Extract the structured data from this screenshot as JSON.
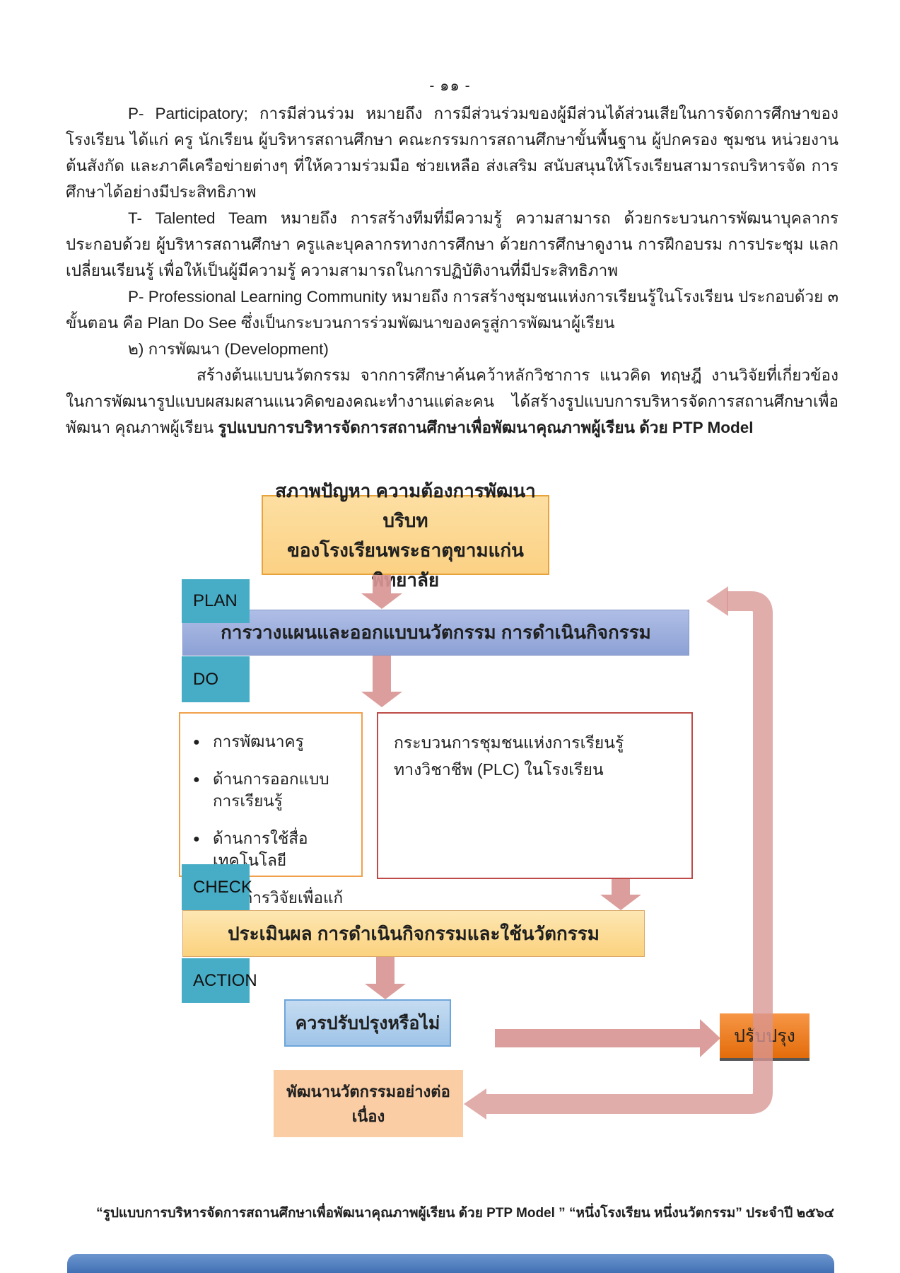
{
  "colors": {
    "salmon": "#D99694",
    "teal": "#47ADC6",
    "gold-fill": "#FCD78D",
    "gold-border": "#E8A33D",
    "blue1": "#AFBEE6",
    "blue2": "#8DA1D5",
    "left-border": "#F0A04B",
    "right-border": "#BE4B48",
    "eval1": "#FDE7B3",
    "eval2": "#FBD27E",
    "dec1": "#C5DCF1",
    "dec2": "#9FC4E8",
    "imp1": "#F79646",
    "imp2": "#E36C0A",
    "peach": "#FACDA4",
    "bottombar1": "#6C96CE",
    "bottombar2": "#4170B4"
  },
  "page_number": "- ๑๑ -",
  "body": {
    "p1": "P- Participatory; การมีส่วนร่วม หมายถึง การมีส่วนร่วมของผู้มีส่วนได้ส่วนเสียในการจัดการศึกษาของ โรงเรียน ได้แก่ ครู นักเรียน ผู้บริหารสถานศึกษา คณะกรรมการสถานศึกษาขั้นพื้นฐาน ผู้ปกครอง ชุมชน หน่วยงาน ต้นสังกัด และภาคีเครือข่ายต่างๆ ที่ให้ความร่วมมือ ช่วยเหลือ ส่งเสริม สนับสนุนให้โรงเรียนสามารถบริหารจัด การศึกษาได้อย่างมีประสิทธิภาพ",
    "p2": "T- Talented Team หมายถึง การสร้างทีมที่มีความรู้ ความสามารถ ด้วยกระบวนการพัฒนาบุคลากร ประกอบด้วย ผู้บริหารสถานศึกษา ครูและบุคลากรทางการศึกษา ด้วยการศึกษาดูงาน การฝึกอบรม การประชุม แลกเปลี่ยนเรียนรู้ เพื่อให้เป็นผู้มีความรู้ ความสามารถในการปฏิบัติงานที่มีประสิทธิภาพ",
    "p3": "P- Professional Learning Community หมายถึง การสร้างชุมชนแห่งการเรียนรู้ในโรงเรียน ประกอบด้วย ๓ ขั้นตอน คือ Plan Do See ซึ่งเป็นกระบวนการร่วมพัฒนาของครูสู่การพัฒนาผู้เรียน",
    "p4": "๒) การพัฒนา (Development)",
    "p5_lead": "สร้างต้นแบบนวัตกรรม จากการศึกษาค้นคว้าหลักวิชาการ แนวคิด ทฤษฎี งานวิจัยที่เกี่ยวข้อง ในการพัฒนารูปแบบผสมผสานแนวคิดของคณะทำงานแต่ละคน ได้สร้างรูปแบบการบริหารจัดการสถานศึกษาเพื่อพัฒนา คุณภาพผู้เรียน ",
    "p5_bold": "รูปแบบการบริหารจัดการสถานศึกษาเพื่อพัฒนาคุณภาพผู้เรียน ด้วย PTP Model"
  },
  "diagram": {
    "top_box_line1": "สภาพปัญหา ความต้องการพัฒนา บริบท",
    "top_box_line2": "ของโรงเรียนพระธาตุขามแก่นพิทยาลัย",
    "stage_labels": {
      "plan": "PLAN",
      "do": "DO",
      "check": "CHECK",
      "action": "ACTION"
    },
    "plan_bar": "การวางแผนและออกแบบนวัตกรรม การดำเนินกิจกรรม",
    "do_bullets": [
      "การพัฒนาครู",
      "ด้านการออกแบบการเรียนรู้",
      "ด้านการใช้สื่อเทคโนโลยี",
      "ด้านการวิจัยเพื่อแก้ปัญหาผู้เรียน"
    ],
    "plc_box_line1": "กระบวนการชุมชนแห่งการเรียนรู้",
    "plc_box_line2": "ทางวิชาชีพ (PLC) ในโรงเรียน",
    "evaluate_bar": "ประเมินผล การดำเนินกิจกรรมและใช้นวัตกรรม",
    "decision_box": "ควรปรับปรุงหรือไม่",
    "improve_box": "ปรับปรุง",
    "continuous_box": "พัฒนานวัตกรรมอย่างต่อเนื่อง"
  },
  "footer": "“รูปแบบการบริหารจัดการสถานศึกษาเพื่อพัฒนาคุณภาพผู้เรียน ด้วย PTP Model ” “หนึ่งโรงเรียน หนึ่งนวัตกรรม” ประจำปี ๒๕๖๔"
}
